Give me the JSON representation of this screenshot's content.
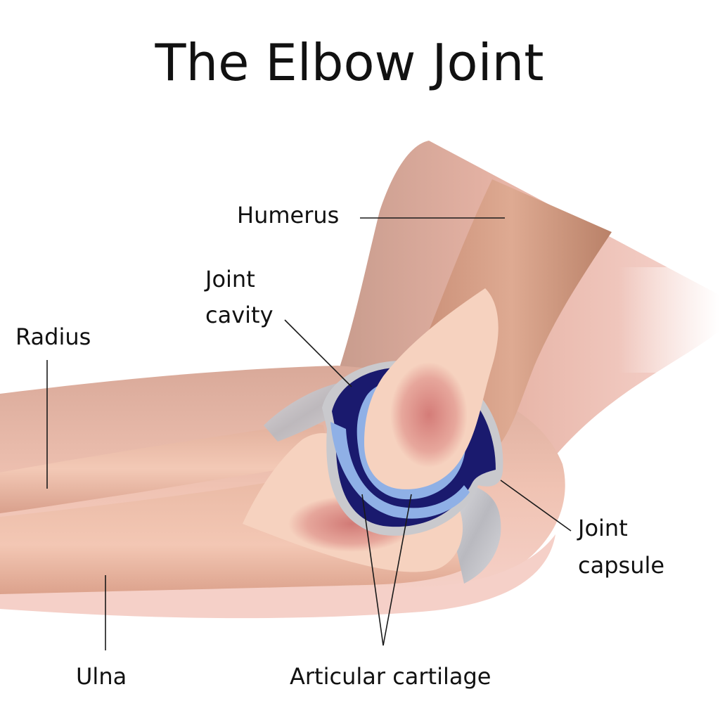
{
  "title": "The Elbow Joint",
  "labels": {
    "humerus": "Humerus",
    "joint_cavity_line1": "Joint",
    "joint_cavity_line2": "cavity",
    "radius": "Radius",
    "joint_capsule_line1": "Joint",
    "joint_capsule_line2": "capsule",
    "ulna": "Ulna",
    "articular_cartilage": "Articular cartilage"
  },
  "colors": {
    "background": "#ffffff",
    "skin": "#f3c4bd",
    "bone": "#f6d2bf",
    "marrow": "#d98882",
    "cavity": "#1a1a6e",
    "cartilage": "#8fb0e6",
    "capsule": "#c8c8cc",
    "text": "#111111"
  }
}
